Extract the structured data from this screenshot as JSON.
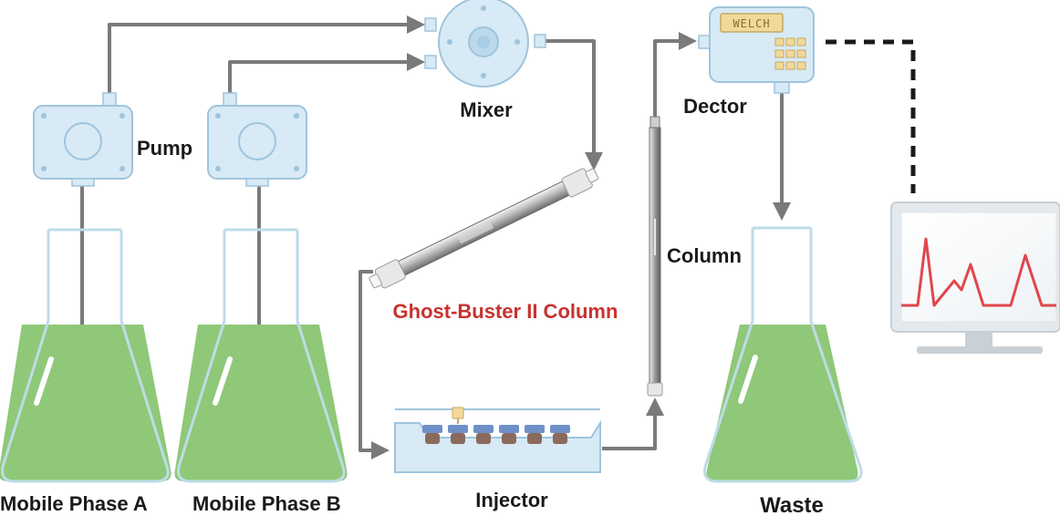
{
  "diagram": {
    "labels": {
      "mixer": "Mixer",
      "pump": "Pump",
      "detector": "Dector",
      "detector_display": "WELCH",
      "column": "Column",
      "ghost_buster": "Ghost-Buster II Column",
      "injector": "Injector",
      "waste": "Waste",
      "mobile_phase_a": "Mobile Phase A",
      "mobile_phase_b": "Mobile Phase B"
    },
    "colors": {
      "tubing": "#7a7a7a",
      "device_fill": "#d7eaf5",
      "device_stroke": "#9fc4dd",
      "liquid": "#8fc878",
      "highlight_label": "#c8322e",
      "signal_trace": "#e0474c"
    },
    "icons": [
      "pump-icon",
      "mixer-icon",
      "detector-icon",
      "column-icon",
      "injector-icon",
      "flask-icon",
      "monitor-icon"
    ]
  }
}
